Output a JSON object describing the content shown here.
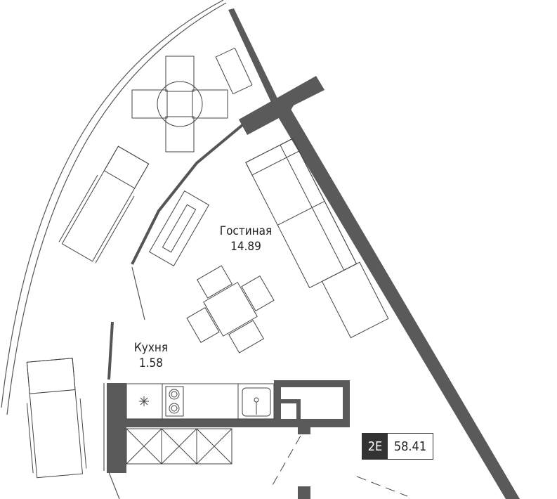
{
  "rooms": [
    {
      "name": "Гостиная",
      "area": "14.89"
    },
    {
      "name": "Кухня",
      "area": "1.58"
    }
  ],
  "apartment": {
    "type": "2E",
    "total_area": "58.41"
  },
  "colors": {
    "wall": "#5a5a5a",
    "line": "#444444",
    "badge": "#333333"
  }
}
